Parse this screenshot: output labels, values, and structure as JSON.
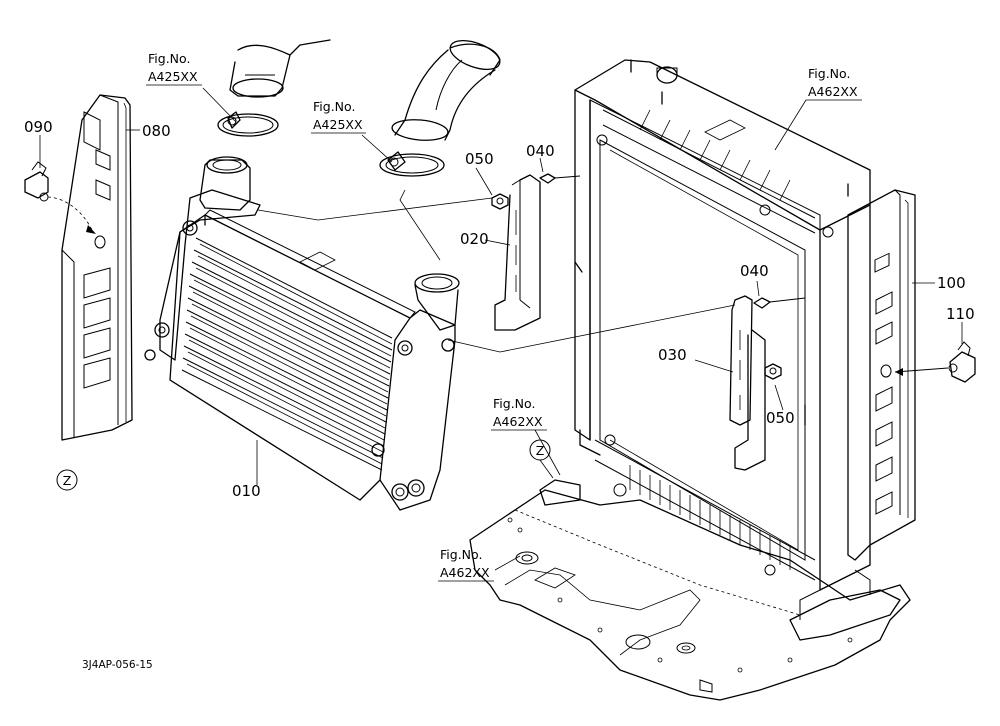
{
  "callouts": {
    "p010": "010",
    "p020": "020",
    "p030": "030",
    "p040a": "040",
    "p040b": "040",
    "p050a": "050",
    "p050b": "050",
    "p080": "080",
    "p090": "090",
    "p100": "100",
    "p110": "110"
  },
  "figrefs": {
    "ref1": {
      "line1": "Fig.No.",
      "line2": "A425XX"
    },
    "ref2": {
      "line1": "Fig.No.",
      "line2": "A425XX"
    },
    "ref3": {
      "line1": "Fig.No.",
      "line2": "A462XX"
    },
    "ref4": {
      "line1": "Fig.No.",
      "line2": "A462XX"
    },
    "ref5": {
      "line1": "Fig.No.",
      "line2": "A462XX"
    }
  },
  "view_marks": {
    "z1": "Z",
    "z2": "Z"
  },
  "drawing_code": "3J4AP-056-15"
}
